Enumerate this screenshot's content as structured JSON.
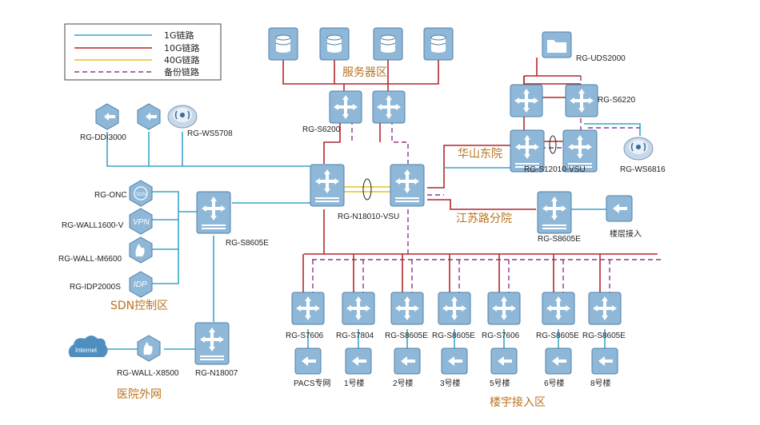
{
  "legend": {
    "items": [
      {
        "label": "1G链路",
        "color": "#3aa6c6",
        "style": "solid"
      },
      {
        "label": "10G链路",
        "color": "#b3262c",
        "style": "solid"
      },
      {
        "label": "40G链路",
        "color": "#e6c21a",
        "style": "solid"
      },
      {
        "label": "备份链路",
        "color": "#8a3a8a",
        "style": "dashed"
      }
    ]
  },
  "zones": {
    "server": "服务器区",
    "huashan": "华山东院",
    "jiangsu": "江苏路分院",
    "sdn": "SDN控制区",
    "external": "医院外网",
    "building": "楼宇接入区"
  },
  "devices": {
    "server_switch": "RG-S6200",
    "core": "RG-N18010-VSU",
    "ddi": "RG-DDI3000",
    "ws5708": "RG-WS5708",
    "onc": "RG-ONC",
    "wall1600": "RG-WALL1600-V",
    "wallm6600": "RG-WALL-M6600",
    "idp": "RG-IDP2000S",
    "sdn_switch": "RG-S8605E",
    "wall8500": "RG-WALL-X8500",
    "n18007": "RG-N18007",
    "internet": "Internet",
    "uds": "RG-UDS2000",
    "s6220": "RG-S6220",
    "s12010": "RG-S12010-VSU",
    "ws6816": "RG-WS6816",
    "jiangsu_switch": "RG-S8605E",
    "floor_access": "楼层接入"
  },
  "device_icon_labels": {
    "onc": "SDN",
    "vpn": "VPN",
    "idp": "IDP"
  },
  "building_switches": [
    "RG-S7606",
    "RG-S7804",
    "RG-S8605E",
    "RG-S8605E",
    "RG-S7606",
    "RG-S8605E",
    "RG-S8605E"
  ],
  "building_access": [
    "PACS专网",
    "1号楼",
    "2号楼",
    "3号楼",
    "5号楼",
    "6号楼",
    "8号楼"
  ]
}
